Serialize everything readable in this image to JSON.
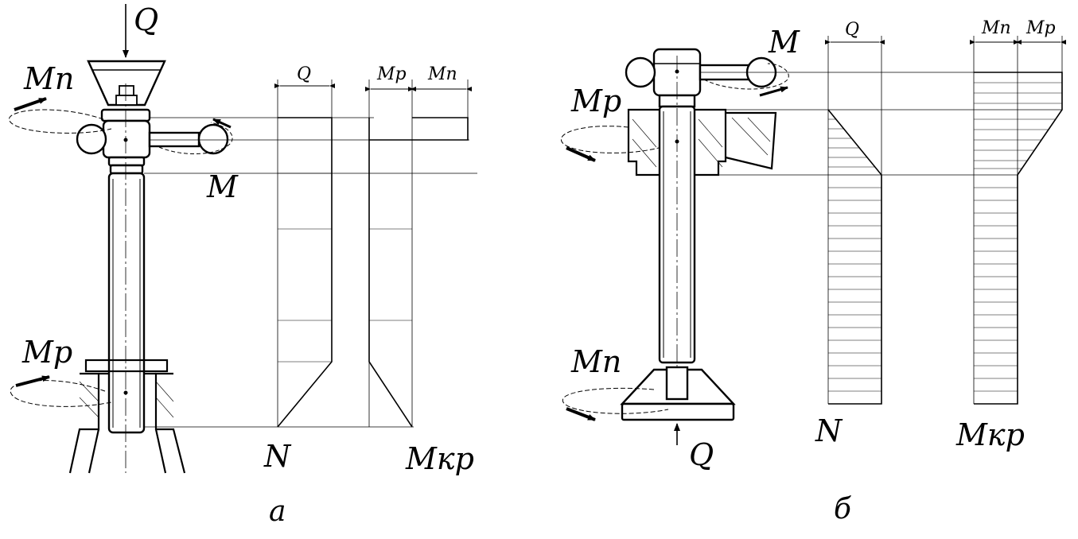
{
  "figure_a": {
    "caption": "а",
    "force_label": "Q",
    "handle_moment": "M",
    "moment_n": "Mn",
    "moment_p": "Mp",
    "diagram_axial_header": "Q",
    "diagram_axial_name": "N",
    "diagram_torque_header_left": "Mp",
    "diagram_torque_header_right": "Mn",
    "diagram_torque_name": "Mкр"
  },
  "figure_b": {
    "caption": "б",
    "force_label": "Q",
    "handle_moment": "M",
    "moment_p": "Mp",
    "moment_n": "Mn",
    "diagram_axial_header": "Q",
    "diagram_axial_name": "N",
    "diagram_torque_header_left": "Mn",
    "diagram_torque_header_right": "Mp",
    "diagram_torque_name": "Mкр"
  }
}
